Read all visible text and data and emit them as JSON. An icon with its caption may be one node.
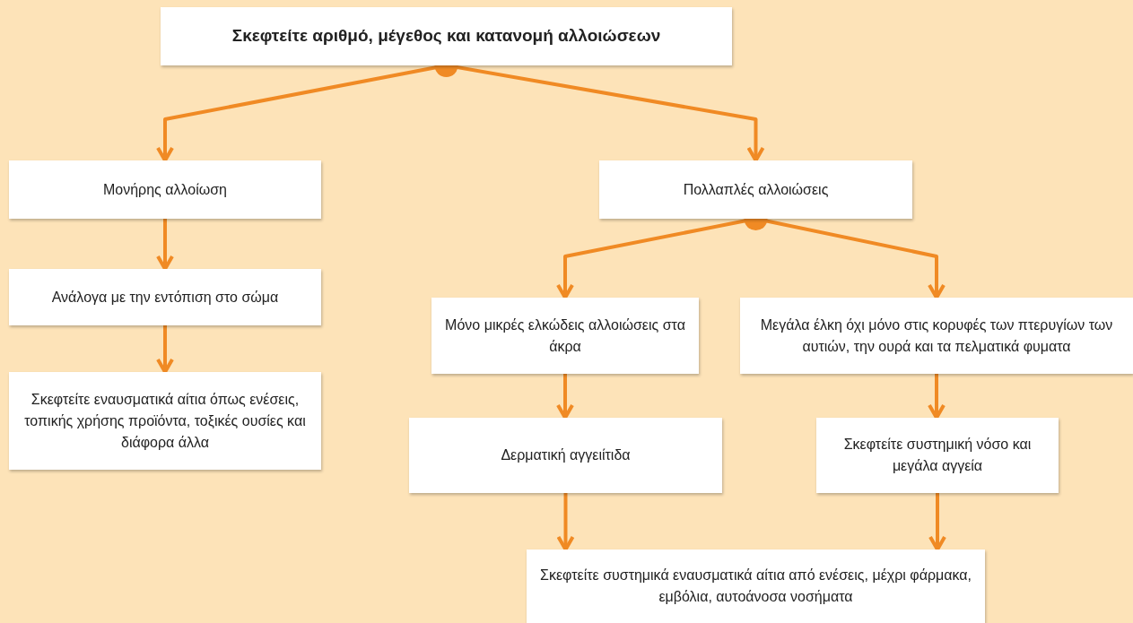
{
  "diagram": {
    "nodes": [
      {
        "text": [
          "Σκεφτείτε αριθμό, μέγεθος και κατανομή αλλοιώσεων"
        ]
      },
      {
        "text": [
          "Μονήρης αλλοίωση"
        ]
      },
      {
        "text": [
          "Πολλαπλές αλλοιώσεις"
        ]
      },
      {
        "text": [
          "Ανάλογα με την εντόπιση στο σώμα"
        ]
      },
      {
        "text": [
          "Σκεφτείτε εναυσματικά αίτια όπως ενέσεις, τοπικής χρήσης προϊόντα, τοξικές ουσίες και διάφορα άλλα"
        ]
      },
      {
        "text": [
          "Μόνο μικρές ελκώδεις αλλοιώσεις στα άκρα"
        ]
      },
      {
        "text": [
          "Μεγάλα έλκη όχι μόνο στις κορυφές των πτερυγίων των αυτιών, την ουρά και τα πελματικά φυματα"
        ]
      },
      {
        "text": [
          "Δερματική αγγειίτιδα"
        ]
      },
      {
        "text": [
          "Σκεφτείτε συστημική νόσο και μεγάλα αγγεία"
        ]
      },
      {
        "text": [
          "Σκεφτείτε συστημικά εναυσματικά αίτια από ενέσεις, μέχρι φάρμακα, εμβόλια, αυτοάνοσα νοσήματα"
        ]
      }
    ],
    "edges": [
      {
        "from": 0,
        "to": 1,
        "arrow": "to"
      },
      {
        "from": 0,
        "to": 2,
        "arrow": "to"
      },
      {
        "from": 1,
        "to": 3,
        "arrow": "to"
      },
      {
        "from": 3,
        "to": 4,
        "arrow": "to"
      },
      {
        "from": 2,
        "to": 5,
        "arrow": "to"
      },
      {
        "from": 2,
        "to": 6,
        "arrow": "to"
      },
      {
        "from": 5,
        "to": 7,
        "arrow": "to"
      },
      {
        "from": 6,
        "to": 8,
        "arrow": "to"
      },
      {
        "from": 7,
        "to": 9,
        "arrow": "to"
      },
      {
        "from": 8,
        "to": 9,
        "arrow": "to"
      }
    ]
  }
}
